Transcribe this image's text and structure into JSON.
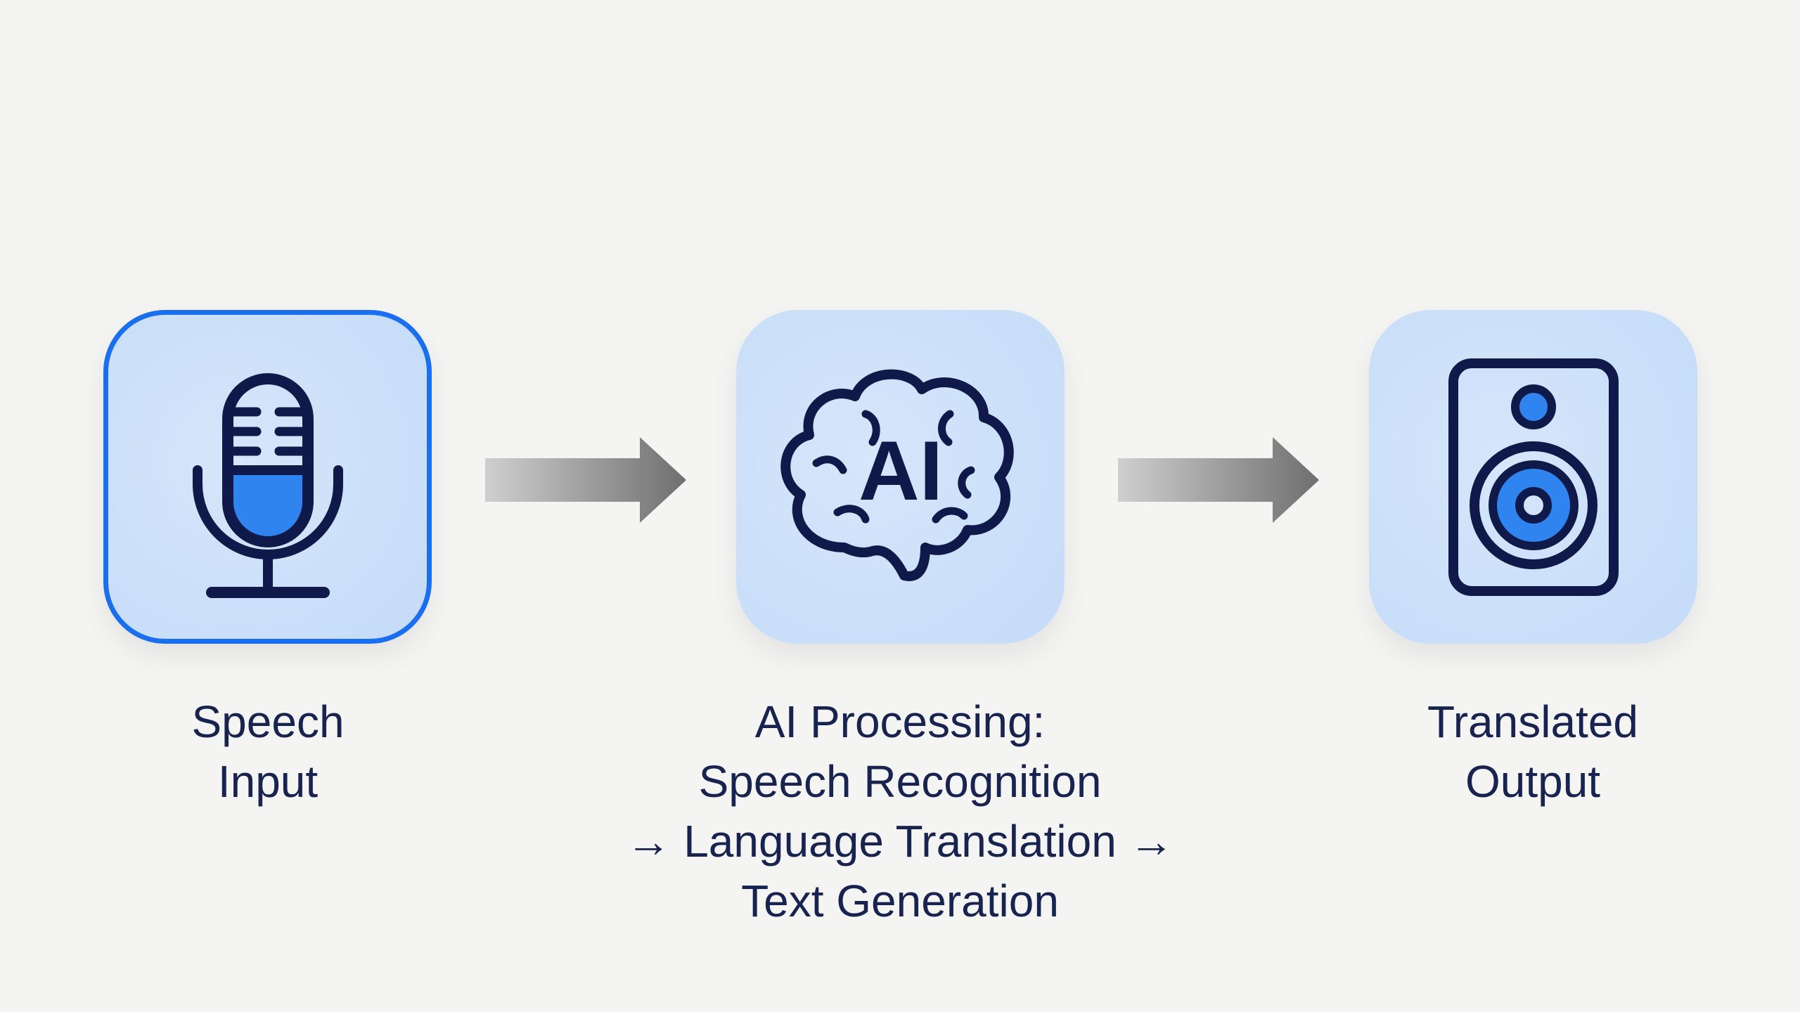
{
  "steps": [
    {
      "id": "speech-input",
      "icon": "microphone-icon",
      "label_lines": [
        "Speech",
        "Input"
      ],
      "active": true
    },
    {
      "id": "ai-processing",
      "icon": "brain-ai-icon",
      "icon_text": "AI",
      "label_lines": [
        "AI Processing:",
        "Speech Recognition",
        "→ Language Translation →",
        "Text Generation"
      ],
      "active": false
    },
    {
      "id": "translated-output",
      "icon": "speaker-icon",
      "label_lines": [
        "Translated",
        "Output"
      ],
      "active": false
    }
  ],
  "colors": {
    "accent": "#1a6ef0",
    "fill_blue": "#2f84f0",
    "stroke_navy": "#0f1a4a",
    "card_bg": "#c9ddf9",
    "text": "#18244f",
    "arrow_gray": "#7a7a7a"
  }
}
